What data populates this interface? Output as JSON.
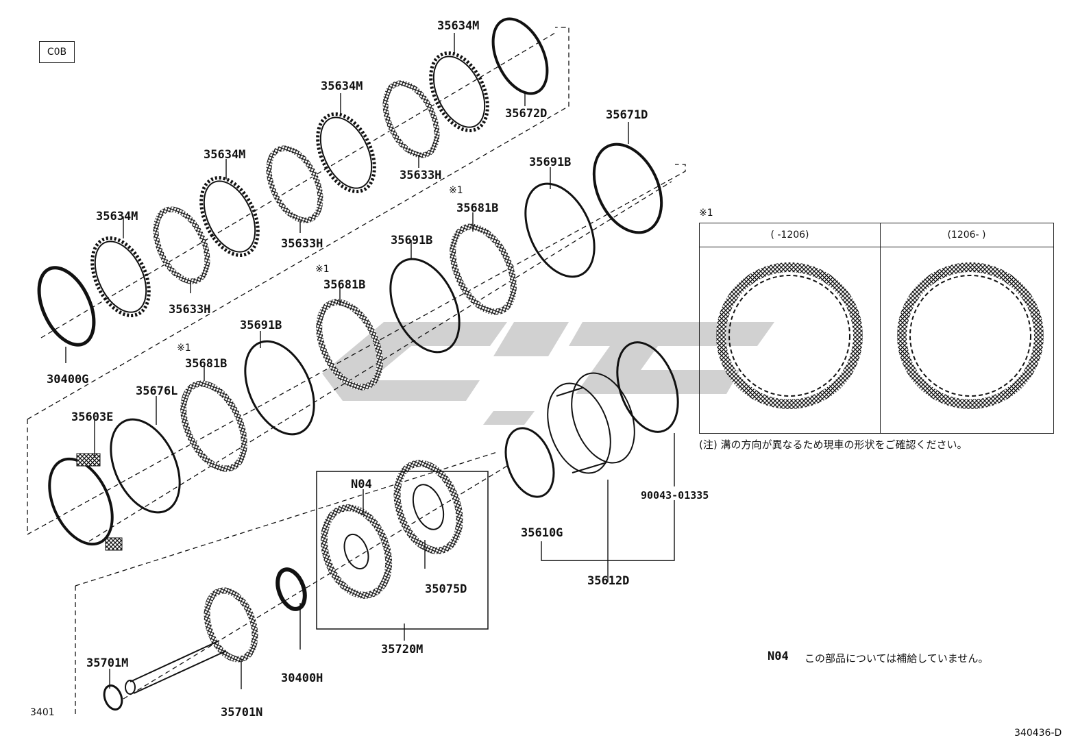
{
  "diagram_code": "C0B",
  "figure_number": "340436-D",
  "page_ref": "3401",
  "labels": {
    "p35634M_1": "35634M",
    "p35634M_2": "35634M",
    "p35634M_3": "35634M",
    "p35634M_4": "35634M",
    "p35672D": "35672D",
    "p35671D": "35671D",
    "p35633H_1": "35633H",
    "p35633H_2": "35633H",
    "p35633H_3": "35633H",
    "p35691B_1": "35691B",
    "p35691B_2": "35691B",
    "p35691B_3": "35691B",
    "p35681B_1": "35681B",
    "p35681B_2": "35681B",
    "p35681B_3": "35681B",
    "p30400G": "30400G",
    "p35676L": "35676L",
    "p35603E": "35603E",
    "pN04": "N04",
    "p35075D": "35075D",
    "p35720M": "35720M",
    "p35610G": "35610G",
    "p35612D": "35612D",
    "p90043": "90043-01335",
    "p30400H": "30400H",
    "p35701M": "35701M",
    "p35701N": "35701N"
  },
  "ref_mark": "※1",
  "inset": {
    "mark": "※1",
    "col1_header": "(     -1206)",
    "col2_header": "(1206-     )",
    "note": "(注) 溝の方向が異なるため現車の形状をご確認ください。"
  },
  "legend": {
    "code": "N04",
    "text": "この部品については補給していません。"
  },
  "colors": {
    "line": "#111111",
    "watermark": "#c8c8c8"
  }
}
